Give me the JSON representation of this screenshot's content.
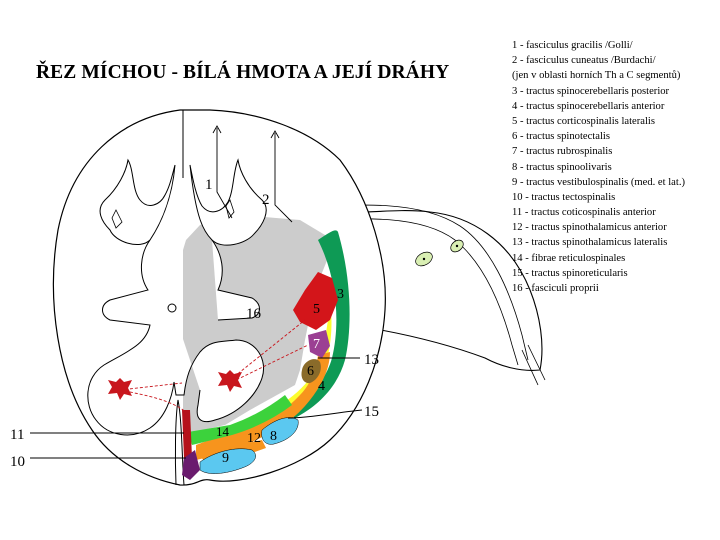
{
  "title": "ŘEZ MÍCHOU - BÍLÁ HMOTA A JEJÍ DRÁHY",
  "legend": [
    "1 - fasciculus gracilis /Golli/",
    "2 - fasciculus cuneatus /Burdachi/",
    "(jen v oblasti horních Th a C segmentů)",
    "3 - tractus spinocerebellaris posterior",
    "4 - tractus spinocerebellaris anterior",
    "5 - tractus corticospinalis lateralis",
    "6 - tractus spinotectalis",
    "7 - tractus rubrospinalis",
    "8 - tractus spinoolivaris",
    "9 - tractus vestibulospinalis (med. et lat.)",
    "10 - tractus tectospinalis",
    "11 - tractus coticospinalis anterior",
    "12 - tractus spinothalamicus anterior",
    "13 - tractus spinothalamicus lateralis",
    "14 - fibrae reticulospinales",
    "15 - tractus spinoreticularis",
    "16 - fasciculi proprii"
  ],
  "labels": {
    "n1": "1",
    "n2": "2",
    "n3": "3",
    "n4": "4",
    "n5": "5",
    "n6": "6",
    "n7": "7",
    "n8": "8",
    "n9": "9",
    "n10": "10",
    "n11": "11",
    "n12": "12",
    "n13": "13",
    "n14": "14",
    "n15": "15",
    "n16": "16"
  },
  "colors": {
    "tract_3": "#0e9a55",
    "tract_4": "#fdfd2e",
    "tract_5": "#d3151a",
    "tract_6": "#8a6b2a",
    "tract_7": "#9b3f93",
    "tract_8": "#5bc8f0",
    "tract_9": "#5bc8f0",
    "tract_10": "#6a1b6e",
    "tract_11": "#b5121b",
    "tract_12": "#f7941d",
    "tract_13": "#f7941d",
    "tract_14": "#3cd23c",
    "tract_16": "#cccccc",
    "neuron": "#c8161d",
    "ganglion": "#d9efb3"
  }
}
